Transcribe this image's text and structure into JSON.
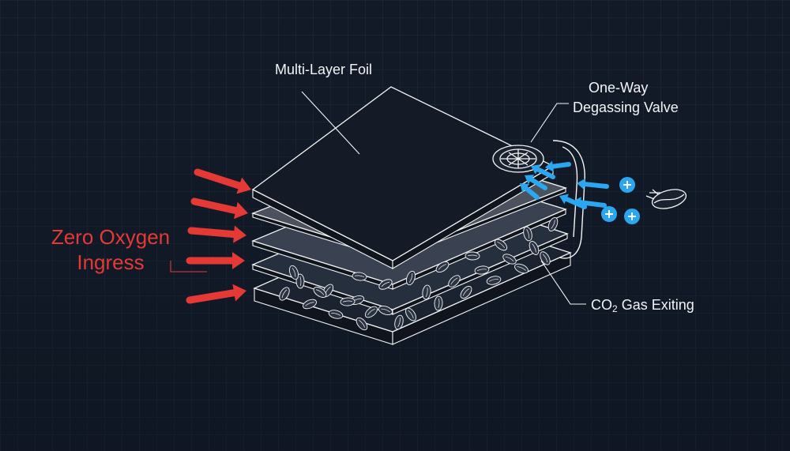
{
  "labels": {
    "foil": "Multi-Layer Foil",
    "valve_line1": "One-Way",
    "valve_line2": "Degassing Valve",
    "co2_prefix": "CO",
    "co2_sub": "2",
    "co2_suffix": " Gas Exiting",
    "oxygen_line1": "Zero Oxygen",
    "oxygen_line2": "Ingress"
  },
  "colors": {
    "background": "#111827",
    "grid": "#1f2937",
    "line": "#f5f5f5",
    "oxygen_arrow": "#e53935",
    "co2_arrow": "#2aa7f0"
  },
  "icons": [
    "red-arrow-icon",
    "blue-arrow-icon",
    "co2-molecule-icon",
    "coffee-bean-icon",
    "valve-icon"
  ]
}
